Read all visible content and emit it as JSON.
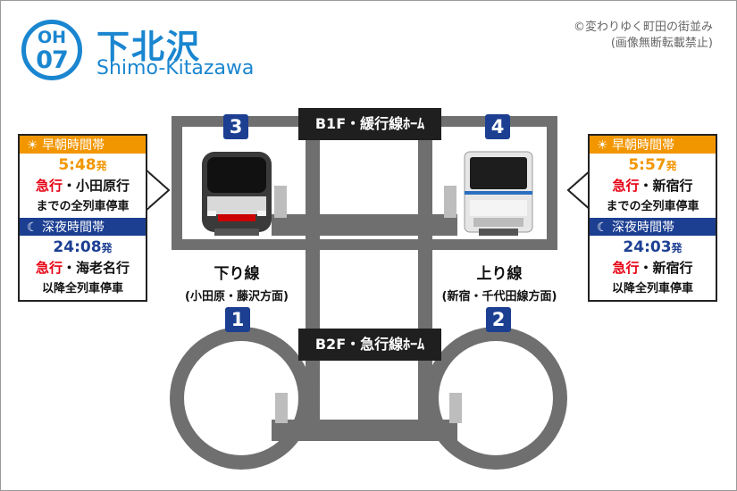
{
  "station": {
    "line_code": "OH",
    "number": "07",
    "name_jp": "下北沢",
    "name_en": "Shimo-Kitazawa"
  },
  "credit": {
    "line1": "©変わりゆく町田の街並み",
    "line2": "(画像無断転載禁止)"
  },
  "levels": {
    "b1f": "B1F・緩行線ﾎｰﾑ",
    "b2f": "B2F・急行線ﾎｰﾑ"
  },
  "platforms": {
    "p1": "1",
    "p2": "2",
    "p3": "3",
    "p4": "4"
  },
  "directions": {
    "down": {
      "name": "下り線",
      "sub": "(小田原・藤沢方面)"
    },
    "up": {
      "name": "上り線",
      "sub": "(新宿・千代田線方面)"
    }
  },
  "boxes": {
    "left": {
      "morning": {
        "header": "早朝時間帯",
        "time": "5:48",
        "time_suffix": "発",
        "type": "急行",
        "dest": "・小田原行",
        "note": "までの全列車停車"
      },
      "night": {
        "header": "深夜時間帯",
        "time": "24:08",
        "time_suffix": "発",
        "type": "急行",
        "dest": "・海老名行",
        "note": "以降全列車停車"
      }
    },
    "right": {
      "morning": {
        "header": "早朝時間帯",
        "time": "5:57",
        "time_suffix": "発",
        "type": "急行",
        "dest": "・新宿行",
        "note": "までの全列車停車"
      },
      "night": {
        "header": "深夜時間帯",
        "time": "24:03",
        "time_suffix": "発",
        "type": "急行",
        "dest": "・新宿行",
        "note": "以降全列車停車"
      }
    }
  },
  "colors": {
    "brand_blue": "#1a86d0",
    "navy": "#1c3f92",
    "orange": "#f29600",
    "express_red": "#e60012",
    "structure_gray": "#6f6f6f"
  },
  "icons": {
    "sun": "sun-icon",
    "moon": "moon-icon"
  }
}
